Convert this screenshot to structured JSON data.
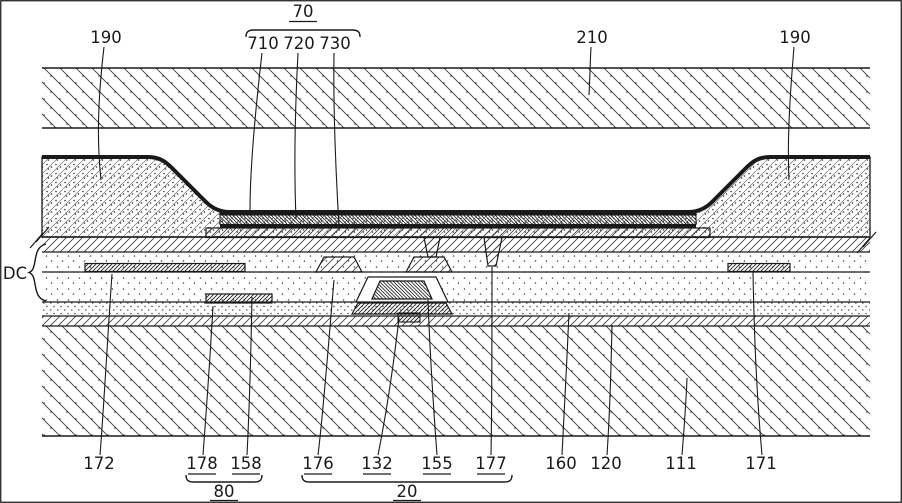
{
  "figure": {
    "kind": "patent-style cross-section diagram",
    "colors": {
      "ink": "#1a1a1a",
      "background": "#ffffff"
    }
  },
  "labels": {
    "n70": "70",
    "n710": "710",
    "n720": "720",
    "n730": "730",
    "n190_left": "190",
    "n210": "210",
    "n190_right": "190",
    "dc": "DC",
    "n172": "172",
    "n178": "178",
    "n158": "158",
    "n80": "80",
    "n176": "176",
    "n132": "132",
    "n155": "155",
    "n177": "177",
    "n20": "20",
    "n160": "160",
    "n120": "120",
    "n111": "111",
    "n171": "171"
  }
}
